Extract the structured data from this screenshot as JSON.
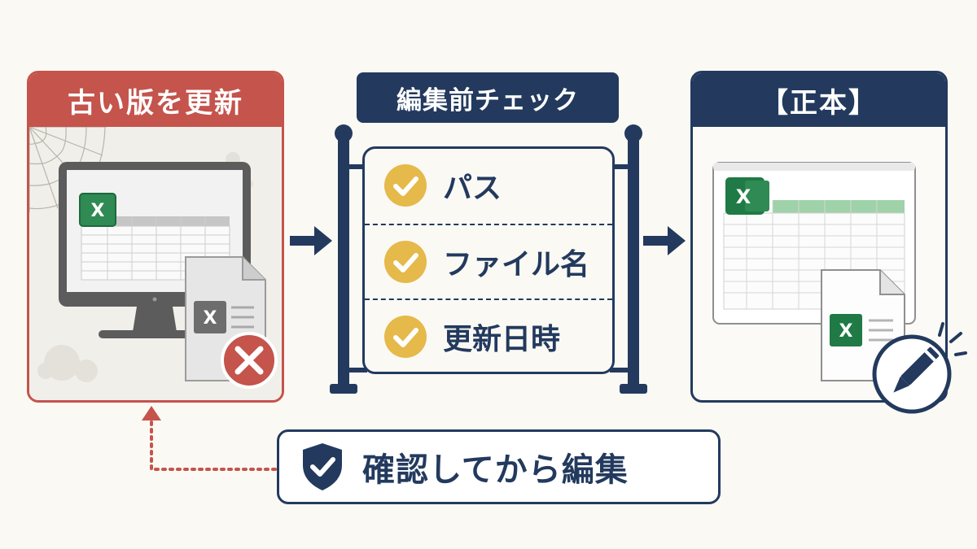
{
  "old_panel": {
    "title": "古い版を更新"
  },
  "checklist": {
    "title": "編集前チェック",
    "items": [
      {
        "label": "パス"
      },
      {
        "label": "ファイル名"
      },
      {
        "label": "更新日時"
      }
    ]
  },
  "master_panel": {
    "title": "【正本】"
  },
  "confirm": {
    "label": "確認してから編集"
  },
  "icons": {
    "excel": "excel-icon",
    "check": "check-icon",
    "error": "x-circle-icon",
    "shield": "shield-check-icon",
    "pencil": "pencil-icon",
    "arrow": "arrow-right-icon"
  },
  "colors": {
    "navy": "#233a5e",
    "red": "#c4544c",
    "gold": "#e5b94a",
    "excel_green": "#1f7a45",
    "highlight_green": "#9fd2a9"
  }
}
